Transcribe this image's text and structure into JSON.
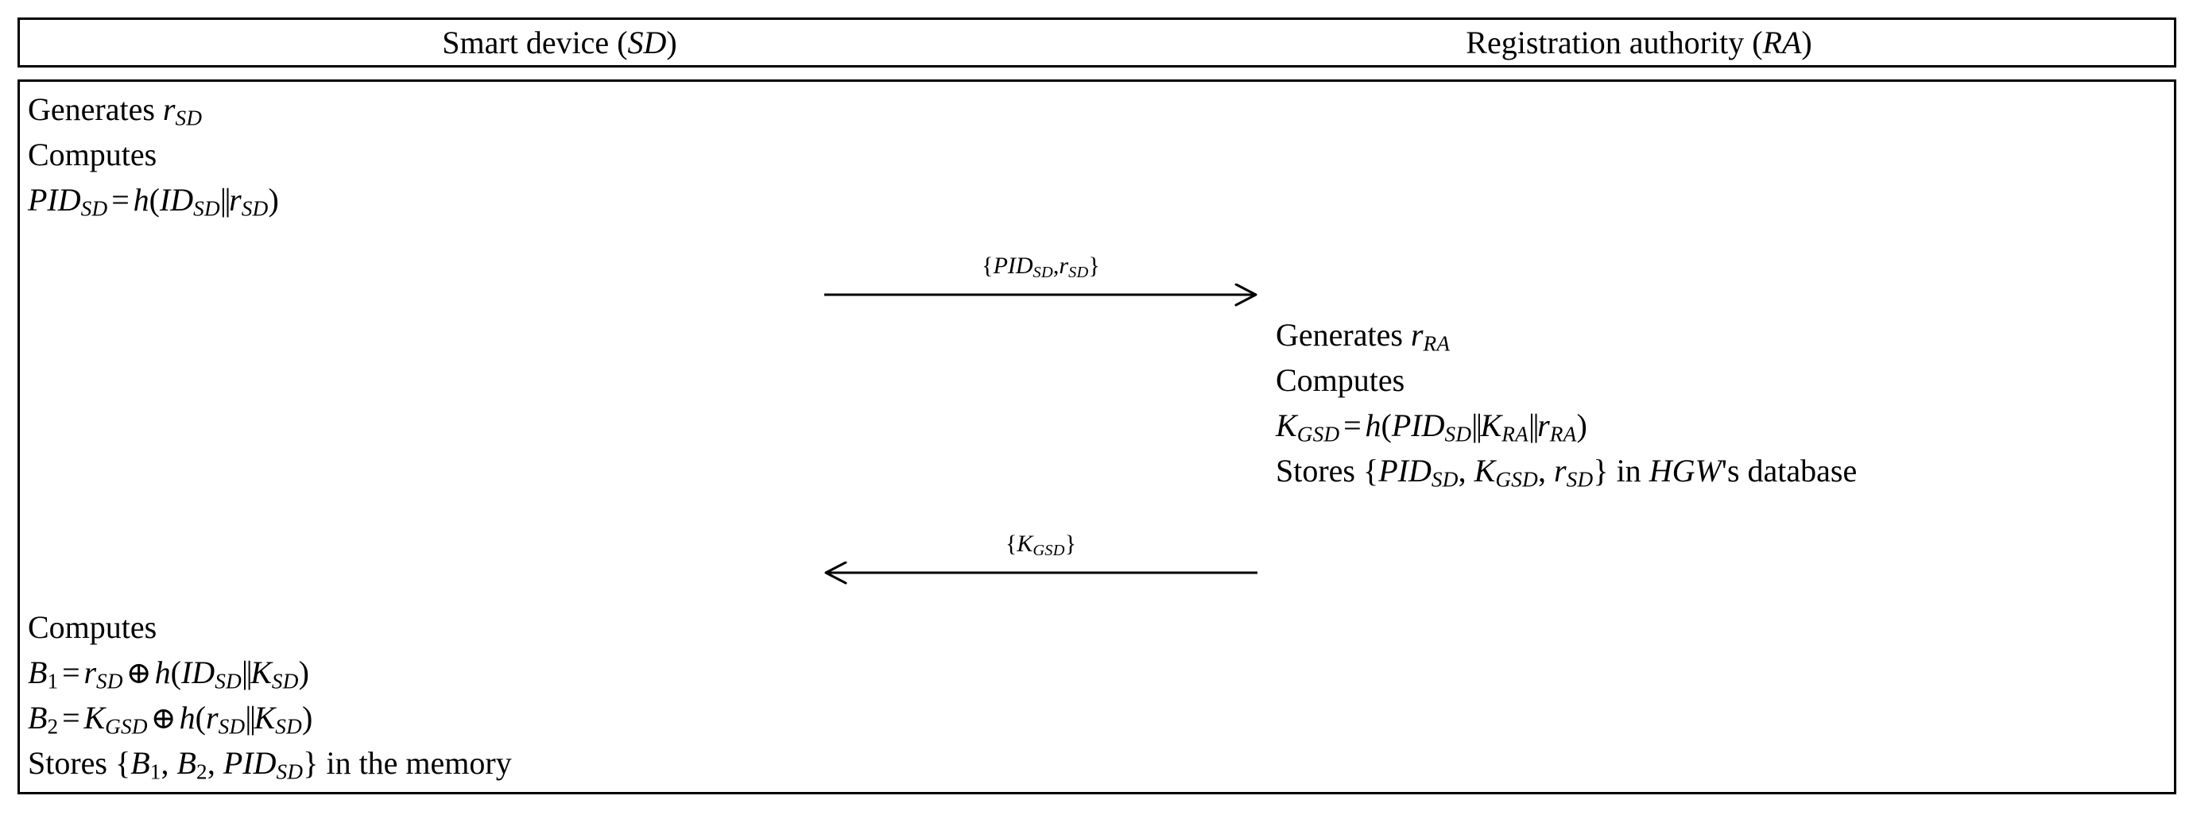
{
  "figure": {
    "type": "protocol-message-sequence-diagram",
    "headers": {
      "left": "Smart device (SD)",
      "right": "Registration authority (RA)"
    },
    "entities": {
      "left_abbrev": "SD",
      "right_abbrev": "RA"
    },
    "sd_steps_1": [
      "Generates r_SD",
      "Computes",
      "PID_SD = h(ID_SD||r_SD)"
    ],
    "ra_steps": [
      "Generates r_RA",
      "Computes",
      "K_GSD = h(PID_SD||K_RA||r_RA)",
      "Stores {PID_SD, K_GSD, r_SD} in HGW's database"
    ],
    "sd_steps_2": [
      "Computes",
      "B_1 = r_SD XOR h(ID_SD||K_SD)",
      "B_2 = K_GSD XOR h(r_SD||K_SD)",
      "Stores {B_1, B_2, PID_SD} in the memory"
    ],
    "messages": [
      {
        "id": "msg-1",
        "label": "{PID_SD, r_SD}",
        "direction": "left-to-right",
        "from": "SD",
        "to": "RA"
      },
      {
        "id": "msg-2",
        "label": "{K_GSD}",
        "direction": "right-to-left",
        "from": "RA",
        "to": "SD"
      }
    ],
    "colors": {
      "ink": "#000000",
      "background": "#ffffff",
      "border": "#000000"
    }
  }
}
